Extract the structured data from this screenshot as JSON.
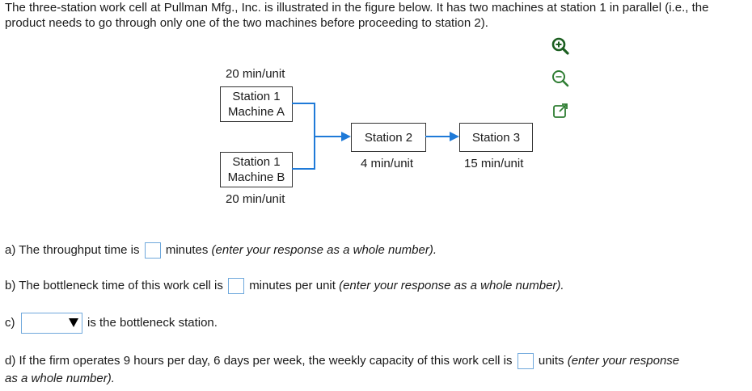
{
  "intro": "The three-station work cell at Pullman Mfg., Inc. is illustrated in the figure below. It has two machines at station 1 in parallel (i.e., the product needs to go through only one of the two machines before proceeding to station 2).",
  "toolbar": {
    "zoom_in_icon": "zoom-in-icon",
    "zoom_out_icon": "zoom-out-icon",
    "popout_icon": "popout-icon"
  },
  "figure": {
    "machine_a": {
      "rate": "20 min/unit",
      "line1": "Station 1",
      "line2": "Machine A"
    },
    "machine_b": {
      "line1": "Station 1",
      "line2": "Machine B",
      "rate": "20 min/unit"
    },
    "station2": {
      "label": "Station 2",
      "rate": "4 min/unit"
    },
    "station3": {
      "label": "Station 3",
      "rate": "15 min/unit"
    },
    "line_color": "#1f7ad8"
  },
  "questions": {
    "a": {
      "before": "a) The throughput time is",
      "after": "minutes",
      "hint": "(enter your response as a whole number).",
      "value": ""
    },
    "b": {
      "before": "b) The bottleneck time of this work cell is",
      "after": "minutes per unit",
      "hint": "(enter your response as a whole number).",
      "value": ""
    },
    "c": {
      "prefix": "c)",
      "selected": "",
      "after": "is the bottleneck station."
    },
    "d": {
      "before": "d) If the firm operates 9 hours per day, 6 days per week, the weekly capacity of this work cell is",
      "after": "units",
      "hint1": "(enter your response",
      "hint2": "as a whole number).",
      "value": ""
    }
  },
  "colors": {
    "input_border": "#6fa8dc",
    "text": "#1a1a1a"
  }
}
